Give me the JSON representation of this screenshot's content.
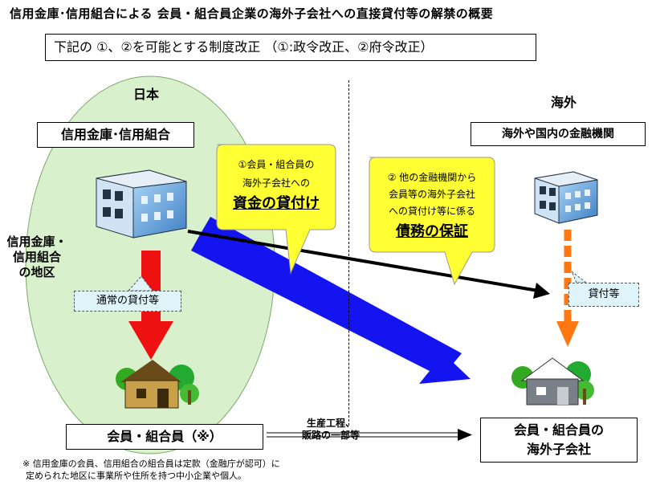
{
  "title": "信用金庫･信用組合による 会員・組合員企業の海外子会社への直接貸付等の解禁の概要",
  "reform_box": "下記の ①、②を可能とする制度改正 （①:政令改正、②府令改正）",
  "left_side": {
    "heading": "日本",
    "bank_box": "信用金庫･信用組合",
    "region_label": [
      "信用金庫・",
      "信用組合",
      "の地区"
    ],
    "normal_lending_tag": "通常の貸付等",
    "member_box": "会員・組合員（※）"
  },
  "right_side": {
    "heading": "海外",
    "fin_inst_box": "海外や国内の金融機関",
    "lending_tag": "貸付等",
    "subsidiary_box": [
      "会員・組合員の",
      "海外子会社"
    ]
  },
  "callout1": {
    "line1": "①会員・組合員の",
    "line2": "海外子会社への",
    "emphasis": "資金の貸付け"
  },
  "callout2": {
    "line1": "② 他の金融機関から",
    "line2": "会員等の海外子会社",
    "line3": "への貸付け等に係る",
    "emphasis": "債務の保証"
  },
  "middle_label": [
    "生産工程、",
    "販路の一部等"
  ],
  "footnote": [
    "※ 信用金庫の会員、信用組合の組合員は定款（金融庁が認可）に",
    "定められた地区に事業所や住所を持つ中小企業や個人。"
  ],
  "colors": {
    "region_ellipse": "#d9f0cc",
    "callout_fill": "#ffff33",
    "blue_arrow": "#1010ee",
    "red_arrow": "#ee1111",
    "orange_arrow": "#ff7711",
    "tag_fill": "#dff3fb"
  }
}
